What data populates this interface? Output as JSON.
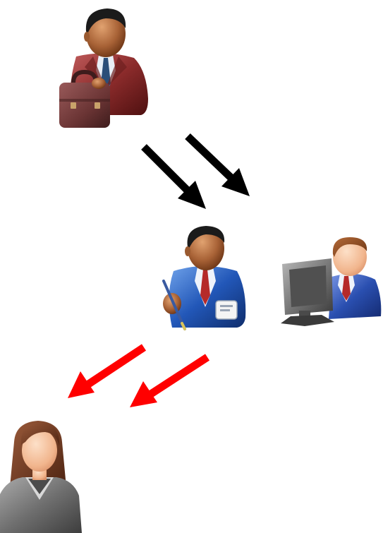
{
  "diagram": {
    "nodes": [
      {
        "id": "businessman",
        "icon": "businessman-with-briefcase-icon"
      },
      {
        "id": "clerk",
        "icon": "clerk-with-pen-and-badge-icon"
      },
      {
        "id": "computer-user",
        "icon": "computer-operator-icon"
      },
      {
        "id": "woman",
        "icon": "businesswoman-icon"
      }
    ],
    "edges": [
      {
        "from": "businessman",
        "to": "clerk",
        "color": "#000000"
      },
      {
        "from": "businessman",
        "to": "clerk",
        "color": "#000000"
      },
      {
        "from": "clerk",
        "to": "woman",
        "color": "#ff0000"
      },
      {
        "from": "clerk",
        "to": "woman",
        "color": "#ff0000"
      }
    ],
    "colors": {
      "arrow_black": "#000000",
      "arrow_red": "#ff0000",
      "businessman_suit": "#8b2b2b",
      "clerk_suit": "#2257b8",
      "operator_suit": "#2a4fb0",
      "woman_suit": "#6f6f6f",
      "briefcase": "#6a3434",
      "monitor": "#6c6c6c"
    }
  }
}
